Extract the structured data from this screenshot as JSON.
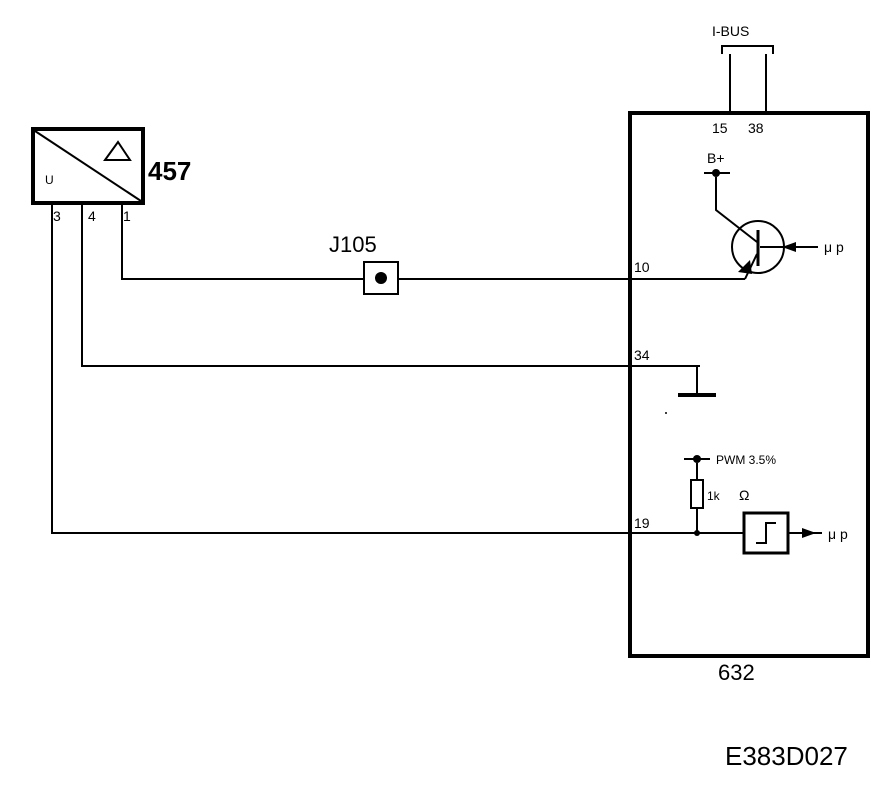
{
  "sensor": {
    "id": "457",
    "side_label": "U",
    "pins": [
      "3",
      "4",
      "1"
    ]
  },
  "connector": {
    "id": "J105"
  },
  "module": {
    "id": "632",
    "pins": {
      "bus_a": "15",
      "bus_b": "38",
      "out_pin": "10",
      "ground_pin": "34",
      "signal_pin": "19"
    }
  },
  "bus": {
    "label": "I-BUS"
  },
  "supply": {
    "label": "B+"
  },
  "pwm": {
    "label": "PWM 3.5%"
  },
  "resistor": {
    "label": "1k",
    "unit": "Ω"
  },
  "micro": {
    "label_top": "μ p",
    "label_bottom": "μ p"
  },
  "figure_code": "E383D027"
}
